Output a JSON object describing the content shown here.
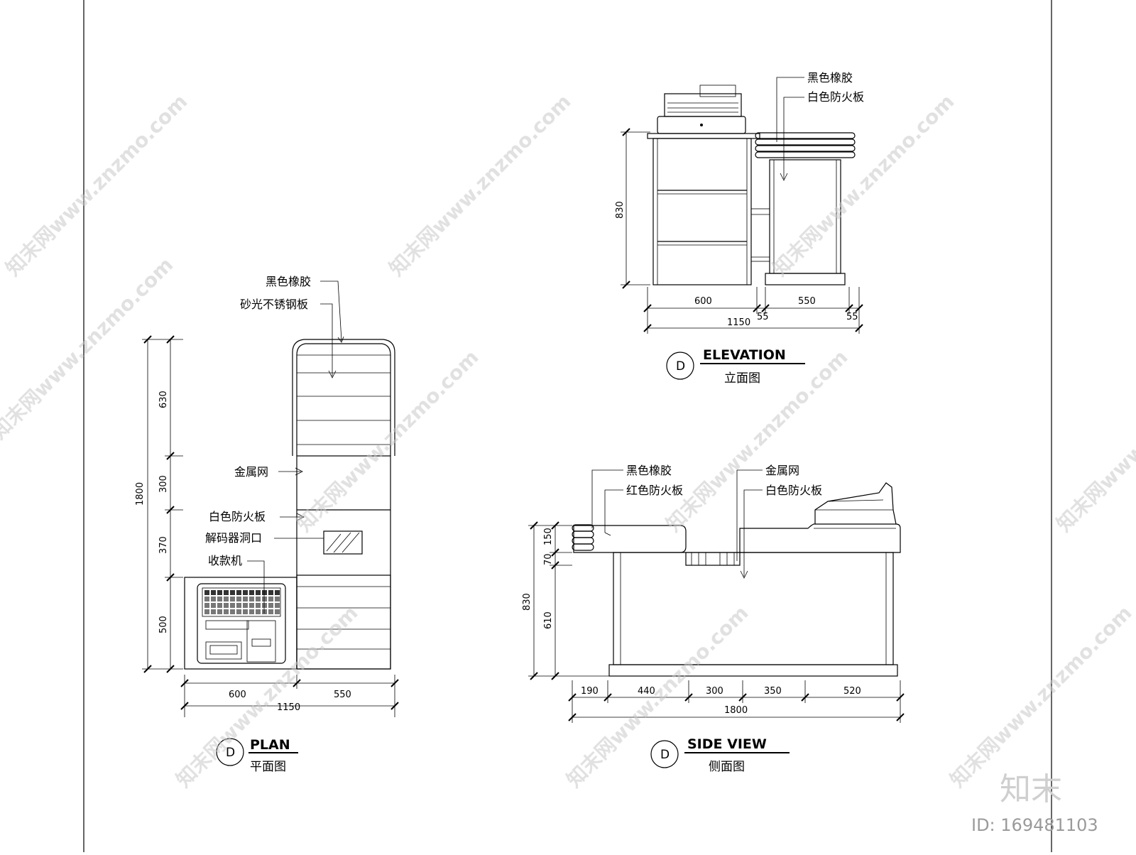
{
  "plan": {
    "labels": [
      "黑色橡胶",
      "砂光不锈钢板",
      "金属网",
      "白色防火板",
      "解码器洞口",
      "收款机"
    ],
    "dims_vertical_outer": "1800",
    "dims_vertical_inner": [
      "630",
      "300",
      "370",
      "500"
    ],
    "dims_horizontal": [
      "600",
      "550"
    ],
    "dim_total": "1150",
    "tag": "D",
    "title": "PLAN",
    "subtitle": "平面图"
  },
  "elevation": {
    "labels": [
      "黑色橡胶",
      "白色防火板"
    ],
    "dim_height": "830",
    "dims_horizontal": [
      "600",
      "550"
    ],
    "dims_small": [
      "55",
      "55"
    ],
    "dim_total": "1150",
    "tag": "D",
    "title": "ELEVATION",
    "subtitle": "立面图"
  },
  "side_view": {
    "labels_left": [
      "黑色橡胶",
      "红色防火板"
    ],
    "labels_right": [
      "金属网",
      "白色防火板"
    ],
    "dim_height": "830",
    "dims_vertical": [
      "150",
      "70",
      "610"
    ],
    "dims_horizontal": [
      "190",
      "440",
      "300",
      "350",
      "520"
    ],
    "dim_total": "1800",
    "tag": "D",
    "title": "SIDE VIEW",
    "subtitle": "侧面图"
  },
  "watermark": {
    "text": "知末网www.znzmo.com",
    "corner_logo": "知末",
    "id_label": "ID: 169481103"
  }
}
